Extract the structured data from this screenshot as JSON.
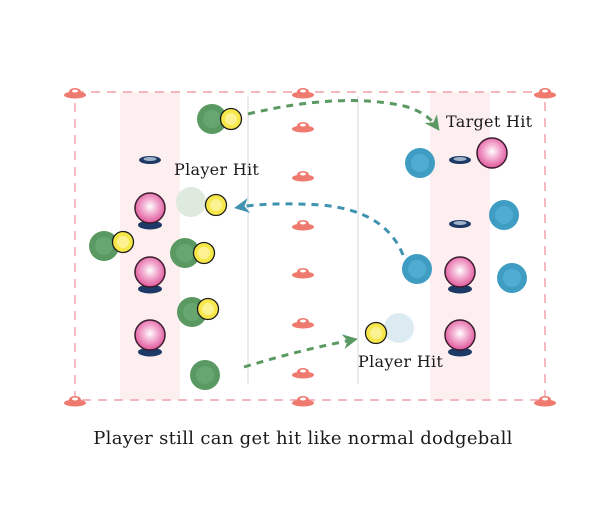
{
  "labels": {
    "target_hit": "Target Hit",
    "player_hit_left": "Player Hit",
    "player_hit_right": "Player Hit"
  },
  "caption": "Player still can get hit like normal dodgeball",
  "colors": {
    "boundary": "#f0a0a8",
    "target_zone": "#fdeef0",
    "cone": "#ef7a70",
    "center_line": "#e6e6e6",
    "team_green": "#5a9a62",
    "team_blue": "#3f9cc2",
    "ball": "#f7e84a",
    "target_pin": "#e0559a",
    "target_base": "#1d3a66",
    "arrow_green": "#5a9a62",
    "arrow_blue": "#3f93b0"
  },
  "icons": {
    "cone": "cone-icon",
    "target": "target-pin-icon",
    "player": "player-icon",
    "ball": "ball-icon"
  }
}
